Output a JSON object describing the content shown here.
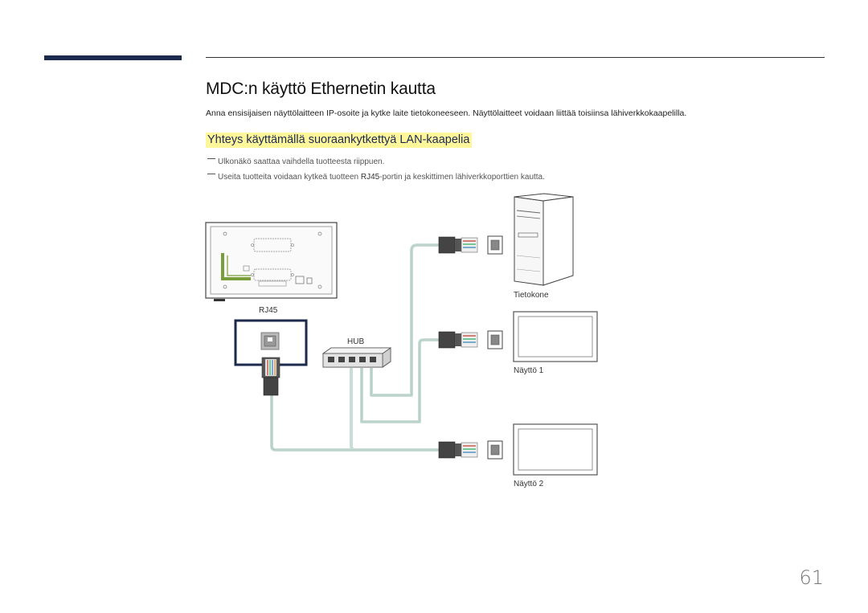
{
  "header": {
    "title": "MDC:n käyttö Ethernetin kautta"
  },
  "intro": "Anna ensisijaisen näyttölaitteen IP-osoite ja kytke laite tietokoneeseen. Näyttölaitteet voidaan liittää toisiinsa lähiverkkokaapelilla.",
  "section": {
    "heading": "Yhteys käyttämällä suoraankytkettyä LAN-kaapelia"
  },
  "notes": {
    "note1": "Ulkonäkö saattaa vaihdella tuotteesta riippuen.",
    "note2_pre": "Useita tuotteita voidaan kytkeä tuotteen ",
    "note2_bold": "RJ45",
    "note2_post": "-portin ja keskittimen lähiverkkoporttien kautta."
  },
  "diagram": {
    "rj45_label": "RJ45",
    "hub_label": "HUB",
    "computer_label": "Tietokone",
    "display1_label": "Näyttö 1",
    "display2_label": "Näyttö 2"
  },
  "page": {
    "number": "61"
  },
  "colors": {
    "accent_bar": "#1c2a4e",
    "highlight": "#fff799",
    "cable": "#c9ddd7"
  }
}
